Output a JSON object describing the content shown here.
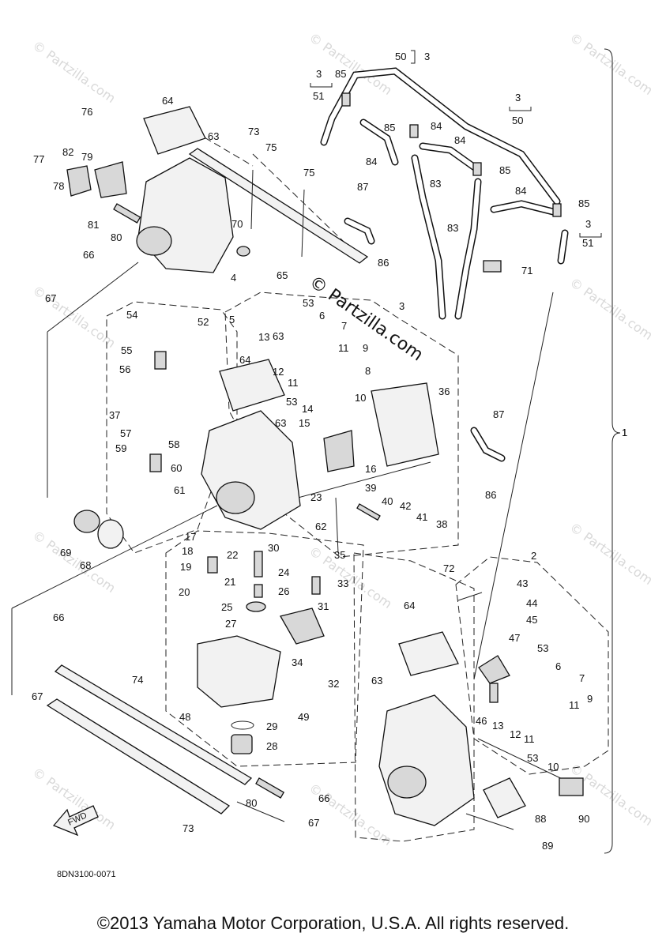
{
  "diagram": {
    "watermark": "© Partzilla.com",
    "stamp": "© Partzilla.com",
    "diagram_code": "8DN3100-0071",
    "fwd_arrow_label": "FWD",
    "assembly_brace_label": "1",
    "callouts": [
      "1",
      "2",
      "3",
      "4",
      "5",
      "6",
      "7",
      "8",
      "9",
      "10",
      "11",
      "12",
      "13",
      "14",
      "15",
      "16",
      "17",
      "18",
      "19",
      "20",
      "21",
      "22",
      "23",
      "24",
      "25",
      "26",
      "27",
      "28",
      "29",
      "30",
      "31",
      "32",
      "33",
      "34",
      "35",
      "36",
      "37",
      "38",
      "39",
      "40",
      "41",
      "42",
      "43",
      "44",
      "45",
      "46",
      "47",
      "48",
      "49",
      "50",
      "51",
      "52",
      "53",
      "54",
      "55",
      "56",
      "57",
      "58",
      "59",
      "60",
      "61",
      "62",
      "63",
      "64",
      "65",
      "66",
      "67",
      "68",
      "69",
      "70",
      "71",
      "72",
      "73",
      "74",
      "75",
      "76",
      "77",
      "78",
      "79",
      "80",
      "81",
      "82",
      "83",
      "84",
      "85",
      "86",
      "87",
      "88",
      "89",
      "90"
    ],
    "bracket_groups": [
      {
        "id": "a",
        "top": "3",
        "bottom": "51"
      },
      {
        "id": "b",
        "top": "50",
        "bottom": "3"
      },
      {
        "id": "c",
        "top": "3",
        "bottom": "50"
      },
      {
        "id": "d",
        "top": "3",
        "bottom": "51"
      }
    ]
  },
  "footer": {
    "copyright": "©2013 Yamaha Motor Corporation, U.S.A. All rights reserved."
  }
}
